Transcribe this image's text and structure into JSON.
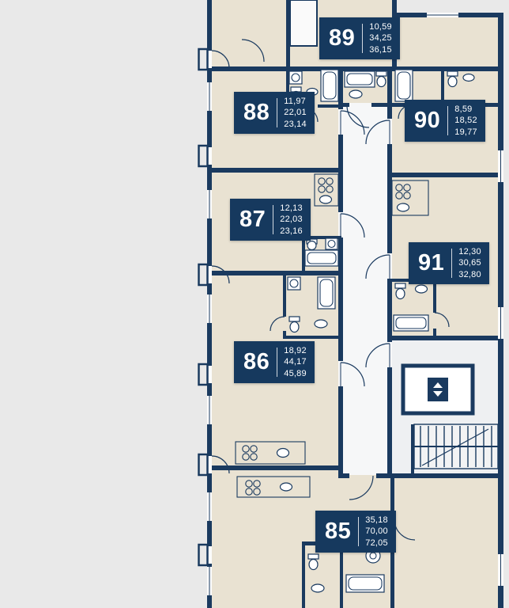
{
  "page": {
    "type": "residential-floor-plan",
    "colors": {
      "background": "#e9e9e9",
      "wall": "#1a3a5f",
      "room": "#e9e2d2",
      "corridor": "#f6f7f8",
      "lobby": "#eef0f2",
      "fixture": "#ffffff",
      "label_bg": "#16395e",
      "label_text": "#ffffff"
    }
  },
  "apartments": [
    {
      "number": "89",
      "areas": [
        "10,59",
        "34,25",
        "36,15"
      ]
    },
    {
      "number": "88",
      "areas": [
        "11,97",
        "22,01",
        "23,14"
      ]
    },
    {
      "number": "90",
      "areas": [
        "8,59",
        "18,52",
        "19,77"
      ]
    },
    {
      "number": "87",
      "areas": [
        "12,13",
        "22,03",
        "23,16"
      ]
    },
    {
      "number": "91",
      "areas": [
        "12,30",
        "30,65",
        "32,80"
      ]
    },
    {
      "number": "86",
      "areas": [
        "18,92",
        "44,17",
        "45,89"
      ]
    },
    {
      "number": "85",
      "areas": [
        "35,18",
        "70,00",
        "72,05"
      ]
    }
  ],
  "icons": {
    "elevator": "elevator-icon",
    "stairs": "stairs-icon",
    "bathtub": "bathtub-icon",
    "toilet": "toilet-icon",
    "sink": "sink-icon",
    "stove": "stove-icon"
  }
}
